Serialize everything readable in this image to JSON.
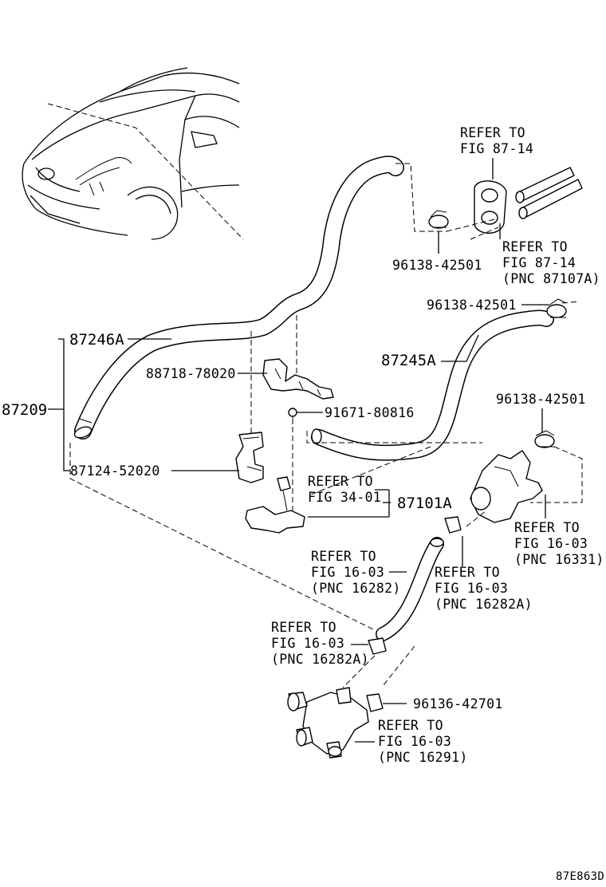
{
  "labels": {
    "p87246A": "87246A",
    "p87209": "87209",
    "p88718": "88718-78020",
    "p91671": "91671-80816",
    "p87124": "87124-52020",
    "p87101A": "87101A",
    "p87245A": "87245A",
    "p96138_top": "96138-42501",
    "p96138_mid": "96138-42501",
    "p96138_right": "96138-42501",
    "p96136": "96136-42701",
    "diagram_code": "87E863D"
  },
  "refs": {
    "fig8714_top": [
      "REFER TO",
      "FIG 87-14"
    ],
    "fig8714_right": [
      "REFER TO",
      "FIG 87-14",
      "(PNC 87107A)"
    ],
    "fig3401": [
      "REFER TO",
      "FIG 34-01"
    ],
    "fig1603_16331": [
      "REFER TO",
      "FIG 16-03",
      "(PNC 16331)"
    ],
    "fig1603_16282": [
      "REFER TO",
      "FIG 16-03",
      "(PNC 16282)"
    ],
    "fig1603_16282A_right": [
      "REFER TO",
      "FIG 16-03",
      "(PNC 16282A)"
    ],
    "fig1603_16282A_left": [
      "REFER TO",
      "FIG 16-03",
      "(PNC 16282A)"
    ],
    "fig1603_16291": [
      "REFER TO",
      "FIG 16-03",
      "(PNC 16291)"
    ]
  }
}
